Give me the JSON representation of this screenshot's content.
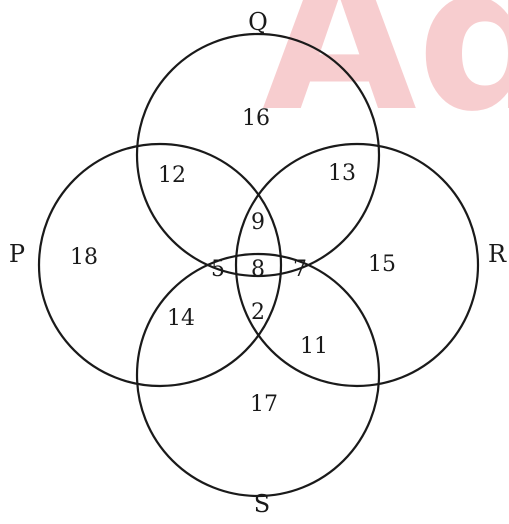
{
  "watermark": {
    "text": "Ad",
    "color": "#f2a5a8"
  },
  "diagram": {
    "sets": [
      {
        "key": "P",
        "label": "P"
      },
      {
        "key": "Q",
        "label": "Q"
      },
      {
        "key": "R",
        "label": "R"
      },
      {
        "key": "S",
        "label": "S"
      }
    ],
    "regions": {
      "q_only": "16",
      "p_only": "18",
      "r_only": "15",
      "s_only": "17",
      "p_q": "12",
      "q_r": "13",
      "p_s": "14",
      "r_s": "11",
      "p_q_r": "9",
      "p_q_s": "5",
      "q_r_s": "7",
      "p_r_s": "2",
      "all": "8"
    }
  }
}
